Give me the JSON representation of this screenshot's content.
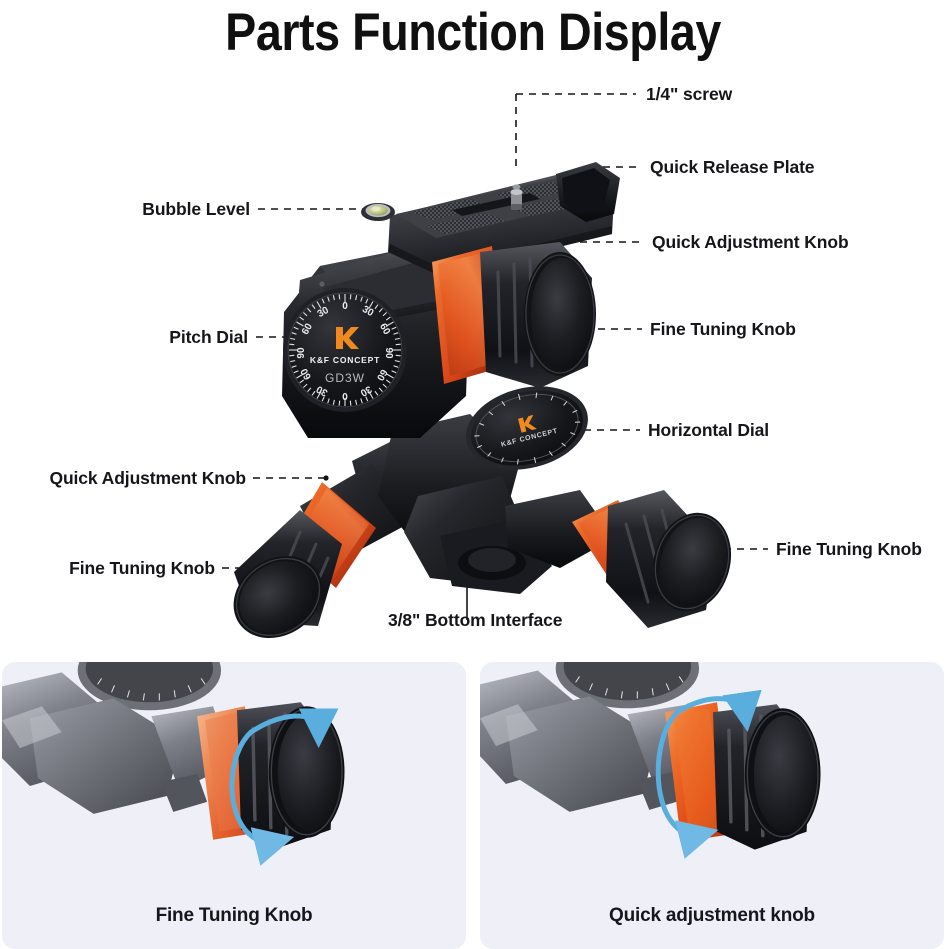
{
  "header": {
    "title": "Parts Function Display"
  },
  "diagram": {
    "callouts": [
      {
        "id": "quarter-screw",
        "text": "1/4\" screw"
      },
      {
        "id": "quick-release-plate",
        "text": "Quick Release Plate"
      },
      {
        "id": "quick-adjustment-knob-top",
        "text": "Quick Adjustment Knob"
      },
      {
        "id": "bubble-level",
        "text": "Bubble Level"
      },
      {
        "id": "pitch-dial",
        "text": "Pitch Dial"
      },
      {
        "id": "fine-tuning-knob-right",
        "text": "Fine Tuning Knob"
      },
      {
        "id": "horizontal-dial",
        "text": "Horizontal Dial"
      },
      {
        "id": "quick-adjustment-knob-left",
        "text": "Quick Adjustment Knob"
      },
      {
        "id": "fine-tuning-knob-left",
        "text": "Fine Tuning Knob"
      },
      {
        "id": "fine-tuning-knob-bottom-right",
        "text": "Fine Tuning Knob"
      },
      {
        "id": "bottom-interface",
        "text": "3/8\" Bottom Interface"
      }
    ],
    "product": {
      "brand": "K&F CONCEPT",
      "model": "GD3W",
      "pitch_dial_ticks": [
        "0",
        "30",
        "60",
        "90",
        "60",
        "30",
        "0",
        "30",
        "60",
        "90"
      ],
      "horizontal_dial_brand": "K&F CONCEPT"
    }
  },
  "cards": [
    {
      "id": "fine-tuning-knob-card",
      "caption": "Fine Tuning Knob"
    },
    {
      "id": "quick-adjustment-knob-card",
      "caption": "Quick adjustment knob"
    }
  ],
  "colors": {
    "accent_orange": "#e8561f",
    "accent_orange_light": "#f07a3a",
    "body_black": "#1b1c20",
    "text": "#15161a",
    "card_bg": "#eff0f7",
    "arrow_blue": "#5aaede",
    "bubble_green": "#c9cf86"
  }
}
